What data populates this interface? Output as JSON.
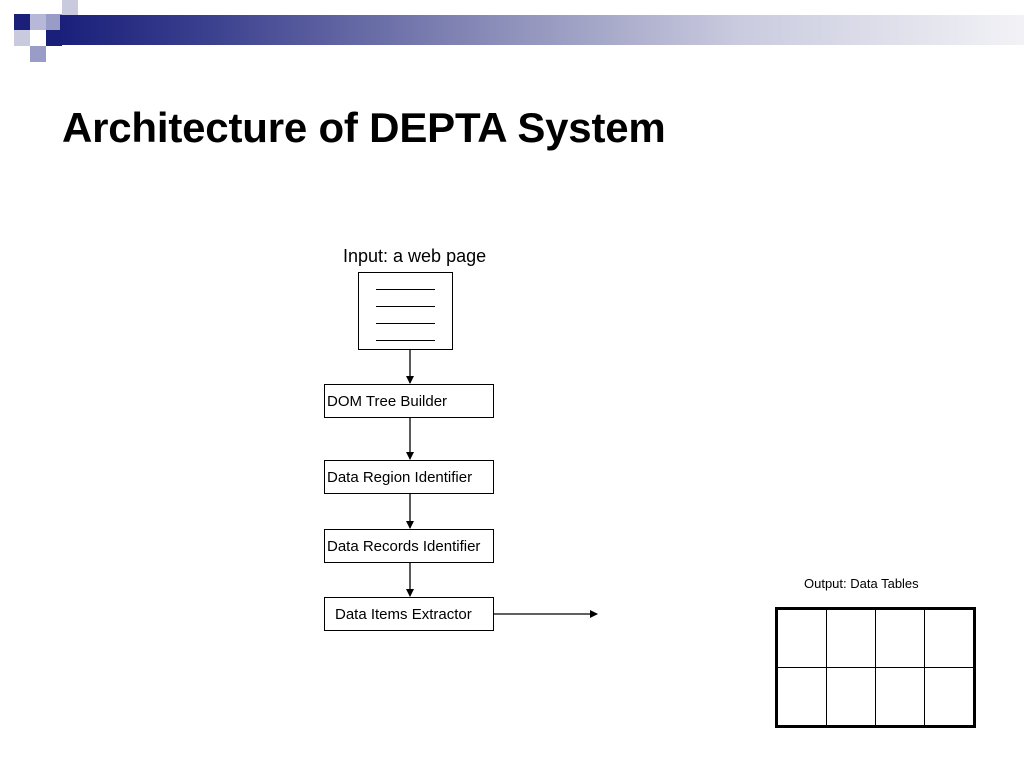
{
  "slide": {
    "title": "Architecture of DEPTA System"
  },
  "diagram": {
    "input_label": "Input: a web page",
    "steps": [
      "DOM Tree Builder",
      "Data Region Identifier",
      "Data Records Identifier",
      "Data Items Extractor"
    ],
    "output_label": "Output: Data Tables",
    "output_table": {
      "rows": 2,
      "cols": 4
    }
  },
  "colors": {
    "template_navy": "#1a1f7a",
    "template_lavender": "#9a9cc8"
  }
}
